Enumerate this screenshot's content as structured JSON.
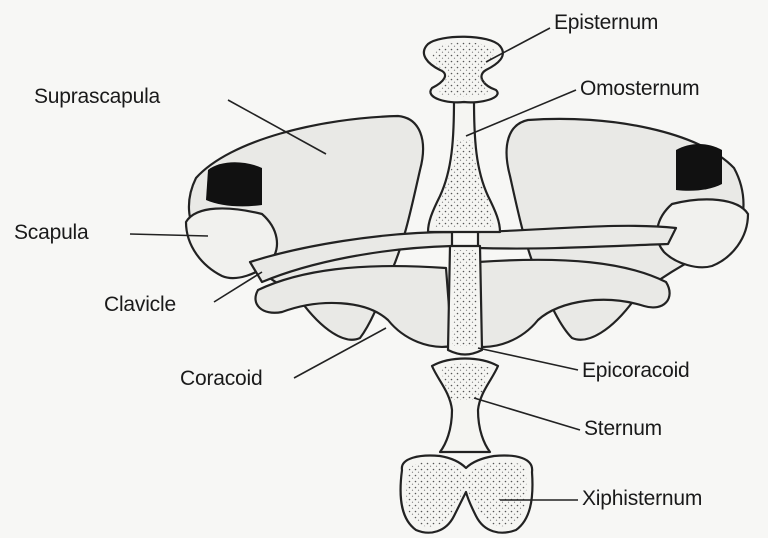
{
  "labels": {
    "episternum": "Episternum",
    "omosternum": "Omosternum",
    "suprascapula": "Suprascapula",
    "scapula": "Scapula",
    "clavicle": "Clavicle",
    "coracoid": "Coracoid",
    "epicoracoid": "Epicoracoid",
    "sternum": "Sternum",
    "xiphisternum": "Xiphisternum"
  },
  "colors": {
    "background": "#f7f7f5",
    "ink": "#1a1a1a",
    "shading": "#111111"
  }
}
